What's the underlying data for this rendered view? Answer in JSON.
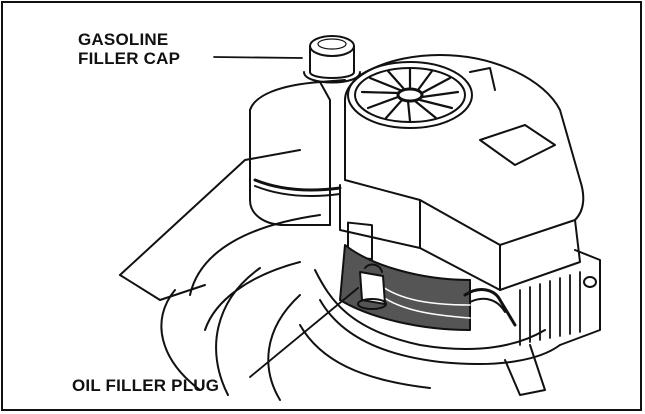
{
  "labels": {
    "gasoline_line1": "GASOLINE",
    "gasoline_line2": "FILLER CAP",
    "oil": "OIL FILLER PLUG"
  },
  "colors": {
    "ink": "#111111",
    "paper": "#ffffff",
    "shade": "#555555"
  }
}
